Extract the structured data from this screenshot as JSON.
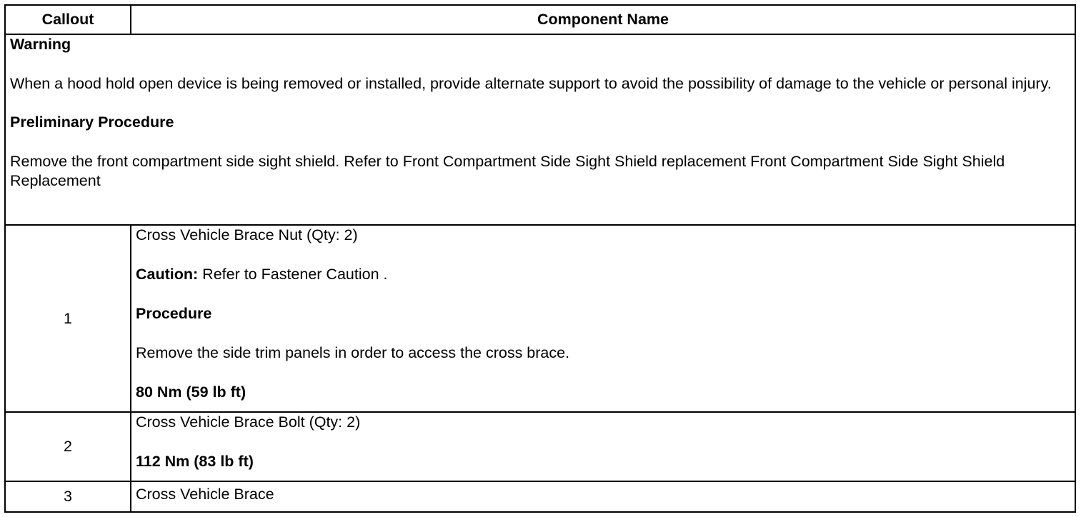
{
  "headers": {
    "callout": "Callout",
    "component": "Component Name"
  },
  "intro": {
    "warning_title": "Warning",
    "warning_text": "When a hood hold open device is being removed or installed, provide alternate support to avoid the possibility of damage to the vehicle or personal injury.",
    "preliminary_title": "Preliminary Procedure",
    "preliminary_text": "Remove the front compartment side sight shield. Refer to Front Compartment Side Sight Shield replacement Front Compartment Side Sight Shield Replacement"
  },
  "rows": [
    {
      "callout": "1",
      "name": "Cross Vehicle Brace Nut (Qty: 2)",
      "caution_label": "Caution:",
      "caution_text": " Refer to Fastener Caution .",
      "procedure_title": "Procedure",
      "procedure_text": "Remove the side trim panels in order to access the cross brace.",
      "torque": "80 Nm (59 lb ft)"
    },
    {
      "callout": "2",
      "name": "Cross Vehicle Brace Bolt (Qty: 2)",
      "torque": "112 Nm (83 lb ft)"
    },
    {
      "callout": "3",
      "name": "Cross Vehicle Brace"
    }
  ]
}
